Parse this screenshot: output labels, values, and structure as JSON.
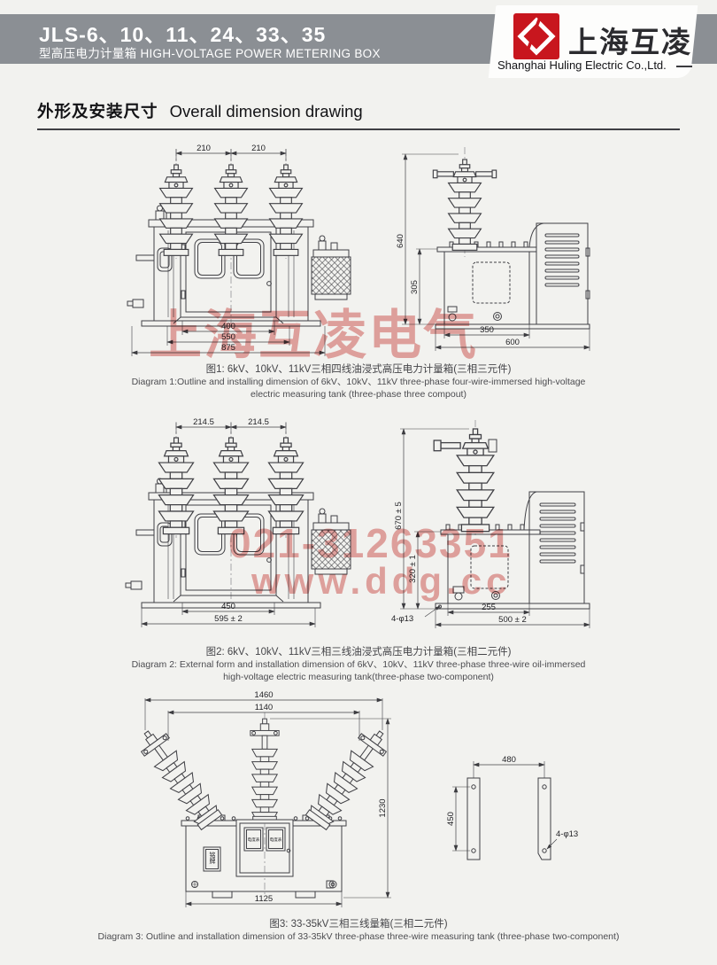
{
  "header": {
    "model": "JLS-6、10、11、24、33、35",
    "subtitle": "型高压电力计量箱 HIGH-VOLTAGE POWER METERING BOX",
    "logo_cn": "上海互凌",
    "company_en": "Shanghai Huling Electric Co.,Ltd.",
    "brand_red": "#c8161e",
    "bar_gray": "#8b8f94"
  },
  "section": {
    "title_cn": "外形及安装尺寸",
    "title_en": "Overall dimension drawing"
  },
  "watermarks": {
    "company": "上海互凌电气",
    "phone": "021-31263351",
    "website": "www.ddg.cc"
  },
  "diagram1": {
    "front": {
      "spacing_left": "210",
      "spacing_right": "210",
      "width_door": "400",
      "width_body": "550",
      "width_overall": "875"
    },
    "side": {
      "height_overall": "640",
      "height_tank": "305",
      "depth_tank": "350",
      "depth_overall": "600"
    },
    "caption_cn": "图1: 6kV、10kV、11kV三相四线油浸式高压电力计量箱(三相三元件)",
    "caption_en_1": "Diagram 1:Outline and installing dimension of 6kV、10kV、11kV three-phase four-wire-immersed high-voltage",
    "caption_en_2": "electric measuring tank (three-phase three compout)"
  },
  "diagram2": {
    "front": {
      "spacing_left": "214.5",
      "spacing_right": "214.5",
      "width_door": "450",
      "width_overall": "595 ± 2"
    },
    "side": {
      "height_overall": "670 ± 5",
      "height_tank": "320 ± 1",
      "holes": "4-φ13",
      "depth_tank": "255",
      "depth_overall": "500 ± 2"
    },
    "caption_cn": "图2: 6kV、10kV、11kV三相三线油浸式高压电力计量箱(三相二元件)",
    "caption_en_1": "Diagram 2: External form and installation dimension of 6kV、10kV、11kV three-phase three-wire oil-immersed",
    "caption_en_2": "high-voltage electric measuring tank(three-phase two-component)"
  },
  "diagram3": {
    "front": {
      "width_top": "1460",
      "width_inner": "1140",
      "height_overall": "1230",
      "width_base": "1125",
      "nameplate": "铭牌",
      "meter_left": "电度表",
      "meter_right": "电度表"
    },
    "bracket": {
      "spacing": "480",
      "height": "450",
      "holes": "4-φ13"
    },
    "caption_cn": "图3: 33-35kV三相三线量箱(三相二元件)",
    "caption_en": "Diagram 3: Outline and installation dimension of 33-35kV three-phase three-wire measuring tank (three-phase two-component)"
  }
}
